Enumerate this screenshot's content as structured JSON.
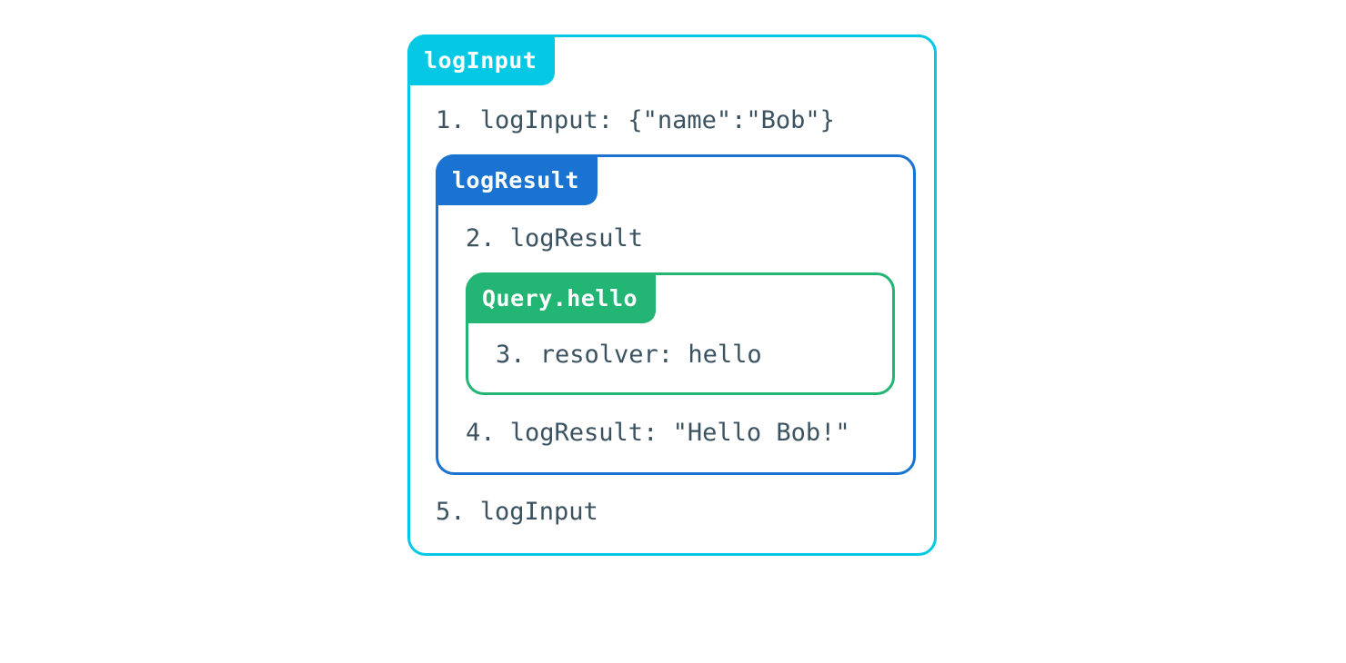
{
  "diagram": {
    "type": "nested-trace-spans",
    "background_color": "#ffffff",
    "text_color": "#3b5260",
    "outer": {
      "label": "logInput",
      "accent_color": "#05c8e4",
      "lines": {
        "first": "1. logInput: {\"name\":\"Bob\"}",
        "last": "5. logInput"
      },
      "middle": {
        "label": "logResult",
        "accent_color": "#1a73d0",
        "lines": {
          "first": "2. logResult",
          "last": "4. logResult: \"Hello Bob!\""
        },
        "inner": {
          "label": "Query.hello",
          "accent_color": "#22b573",
          "lines": {
            "first": "3. resolver: hello"
          }
        }
      }
    }
  }
}
